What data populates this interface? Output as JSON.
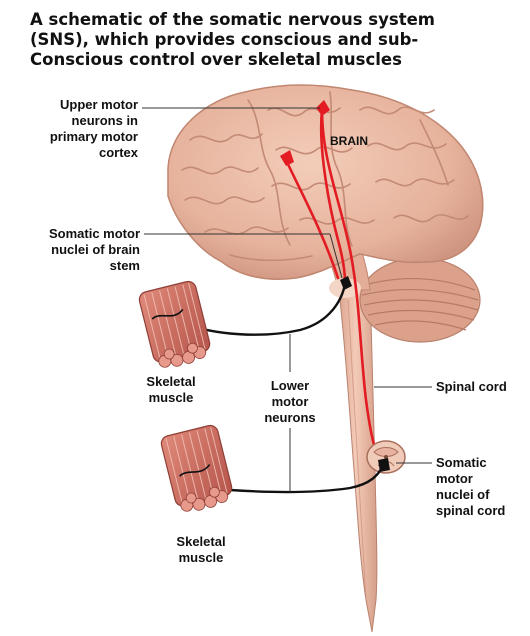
{
  "title": {
    "lines": [
      "A schematic of the somatic nervous system",
      "(SNS), which provides conscious and sub-",
      "Conscious control over skeletal muscles"
    ]
  },
  "labels": {
    "upper_motor": [
      "Upper motor",
      "neurons in",
      "primary motor",
      "cortex"
    ],
    "brain": "BRAIN",
    "somatic_brain_stem": [
      "Somatic motor",
      "nuclei of brain",
      "stem"
    ],
    "skeletal_muscle_1": [
      "Skeletal",
      "muscle"
    ],
    "lower_motor": [
      "Lower",
      "motor",
      "neurons"
    ],
    "spinal_cord": "Spinal cord",
    "somatic_spinal": [
      "Somatic",
      "motor",
      "nuclei of",
      "spinal cord"
    ],
    "skeletal_muscle_2": [
      "Skeletal",
      "muscle"
    ]
  },
  "colors": {
    "brain": "#eab8a2",
    "brain_sulci": "#c98c78",
    "cerebellum": "#dca48e",
    "spinal_cord": "#eebda8",
    "muscle": "#c9675a",
    "upper_neuron": "#e31b23",
    "lower_neuron": "#111111",
    "leader": "#333333"
  }
}
